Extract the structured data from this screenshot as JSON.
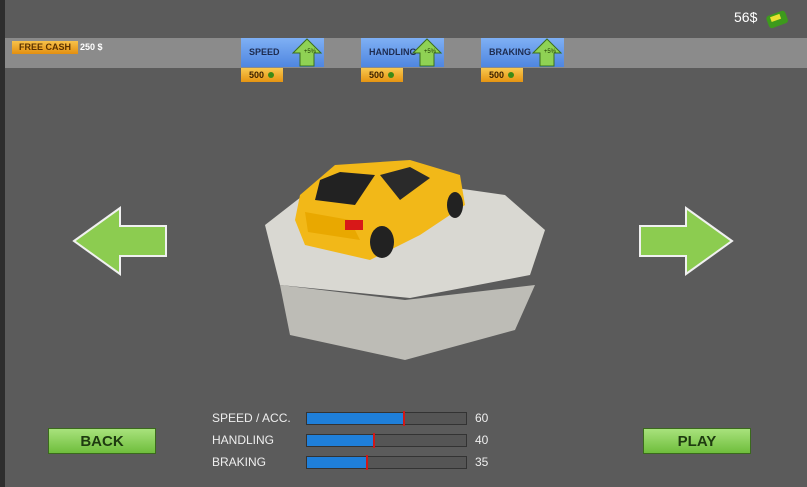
{
  "header": {
    "cash": "56$",
    "money_icon": "cash-stack-icon"
  },
  "free_cash": {
    "label": "FREE CASH",
    "amount": "250 $"
  },
  "upgrades": [
    {
      "label": "SPEED",
      "bonus": "+5%",
      "price": "500"
    },
    {
      "label": "HANDLING",
      "bonus": "+5%",
      "price": "500"
    },
    {
      "label": "BRAKING",
      "bonus": "+5%",
      "price": "500"
    }
  ],
  "buttons": {
    "back": "BACK",
    "play": "PLAY"
  },
  "stats": [
    {
      "label": "SPEED / ACC.",
      "value": "60",
      "fill": 0.61
    },
    {
      "label": "HANDLING",
      "value": "40",
      "fill": 0.42
    },
    {
      "label": "BRAKING",
      "value": "35",
      "fill": 0.38
    }
  ],
  "colors": {
    "car": "#f2b818",
    "button": "#8ed15a",
    "bar": "#1f7fd9",
    "marker": "#d01818"
  }
}
